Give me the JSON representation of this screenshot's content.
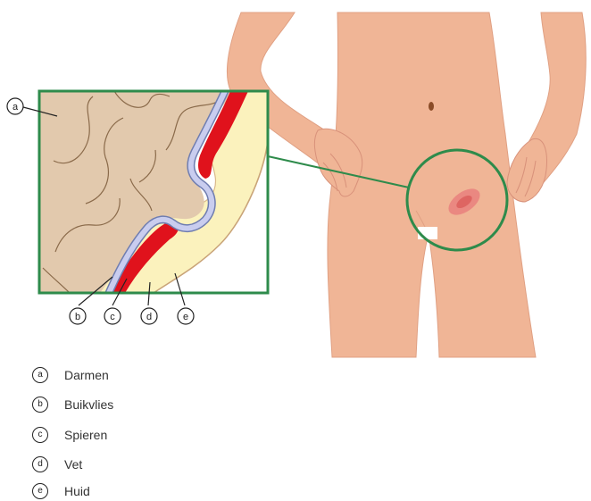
{
  "callouts": [
    "a",
    "b",
    "c",
    "d",
    "e"
  ],
  "legend": [
    {
      "letter": "a",
      "label": "Darmen"
    },
    {
      "letter": "b",
      "label": "Buikvlies"
    },
    {
      "letter": "c",
      "label": "Spieren"
    },
    {
      "letter": "d",
      "label": "Vet"
    },
    {
      "letter": "e",
      "label": "Huid"
    }
  ],
  "colors": {
    "skin": "#f0b596",
    "skin_outline": "#e0a083",
    "intestines": "#e2c9ad",
    "peritoneum": "#b9bfe6",
    "muscle": "#e0121c",
    "fat": "#fbf2bd",
    "highlight_frame": "#2e8b4b",
    "hernia_bulge": "#e87a7a"
  }
}
